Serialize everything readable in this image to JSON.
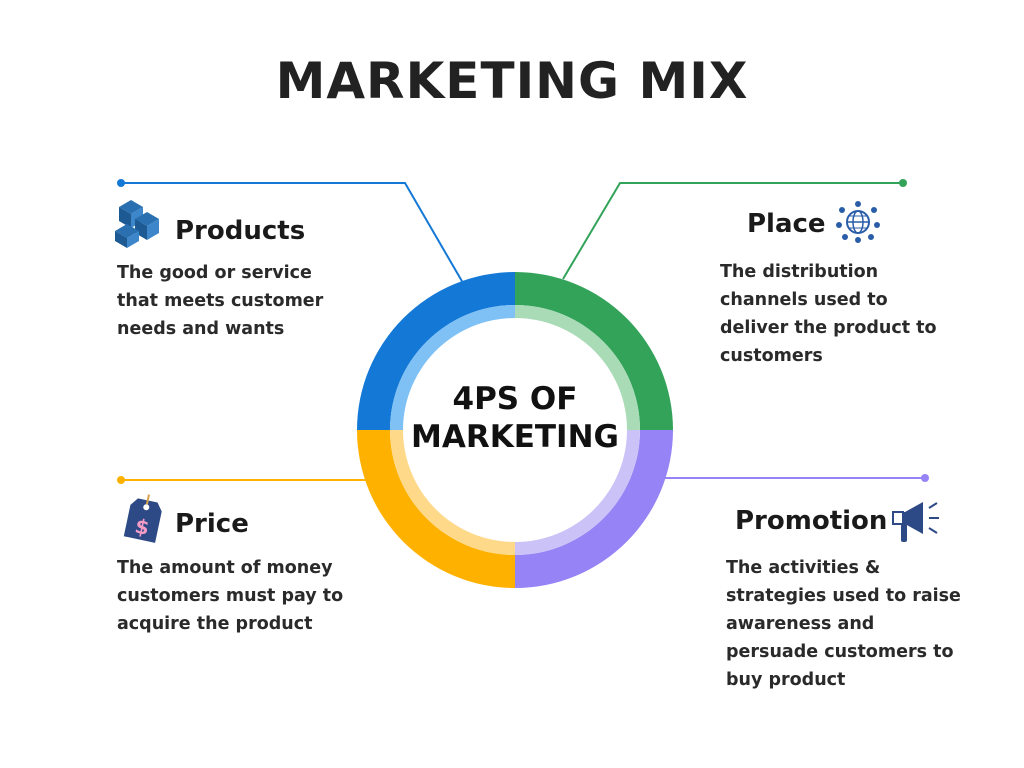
{
  "title": "MARKETING MIX",
  "center_label": {
    "line1": "4PS OF",
    "line2": "MARKETING"
  },
  "colors": {
    "products": "#1479d6",
    "place": "#33a35a",
    "price": "#ffb100",
    "promotion": "#9683f5",
    "products_inner": "#7fc0f5",
    "place_inner": "#a9dbb7",
    "price_inner": "#ffd98a",
    "promotion_inner": "#cbc3f8"
  },
  "quadrants": {
    "products": {
      "heading": "Products",
      "desc": [
        "The good or service",
        "that meets customer",
        "needs and wants"
      ],
      "icon": "boxes-icon"
    },
    "place": {
      "heading": "Place",
      "desc": [
        "The distribution",
        "channels used to",
        "deliver the product to",
        "customers"
      ],
      "icon": "globe-network-icon"
    },
    "price": {
      "heading": "Price",
      "desc": [
        "The amount of money",
        "customers must pay to",
        "acquire the product"
      ],
      "icon": "price-tag-icon"
    },
    "promotion": {
      "heading": "Promotion",
      "desc": [
        "The activities &",
        "strategies used to raise",
        "awareness and",
        "persuade customers to",
        "buy product"
      ],
      "icon": "megaphone-icon"
    }
  }
}
